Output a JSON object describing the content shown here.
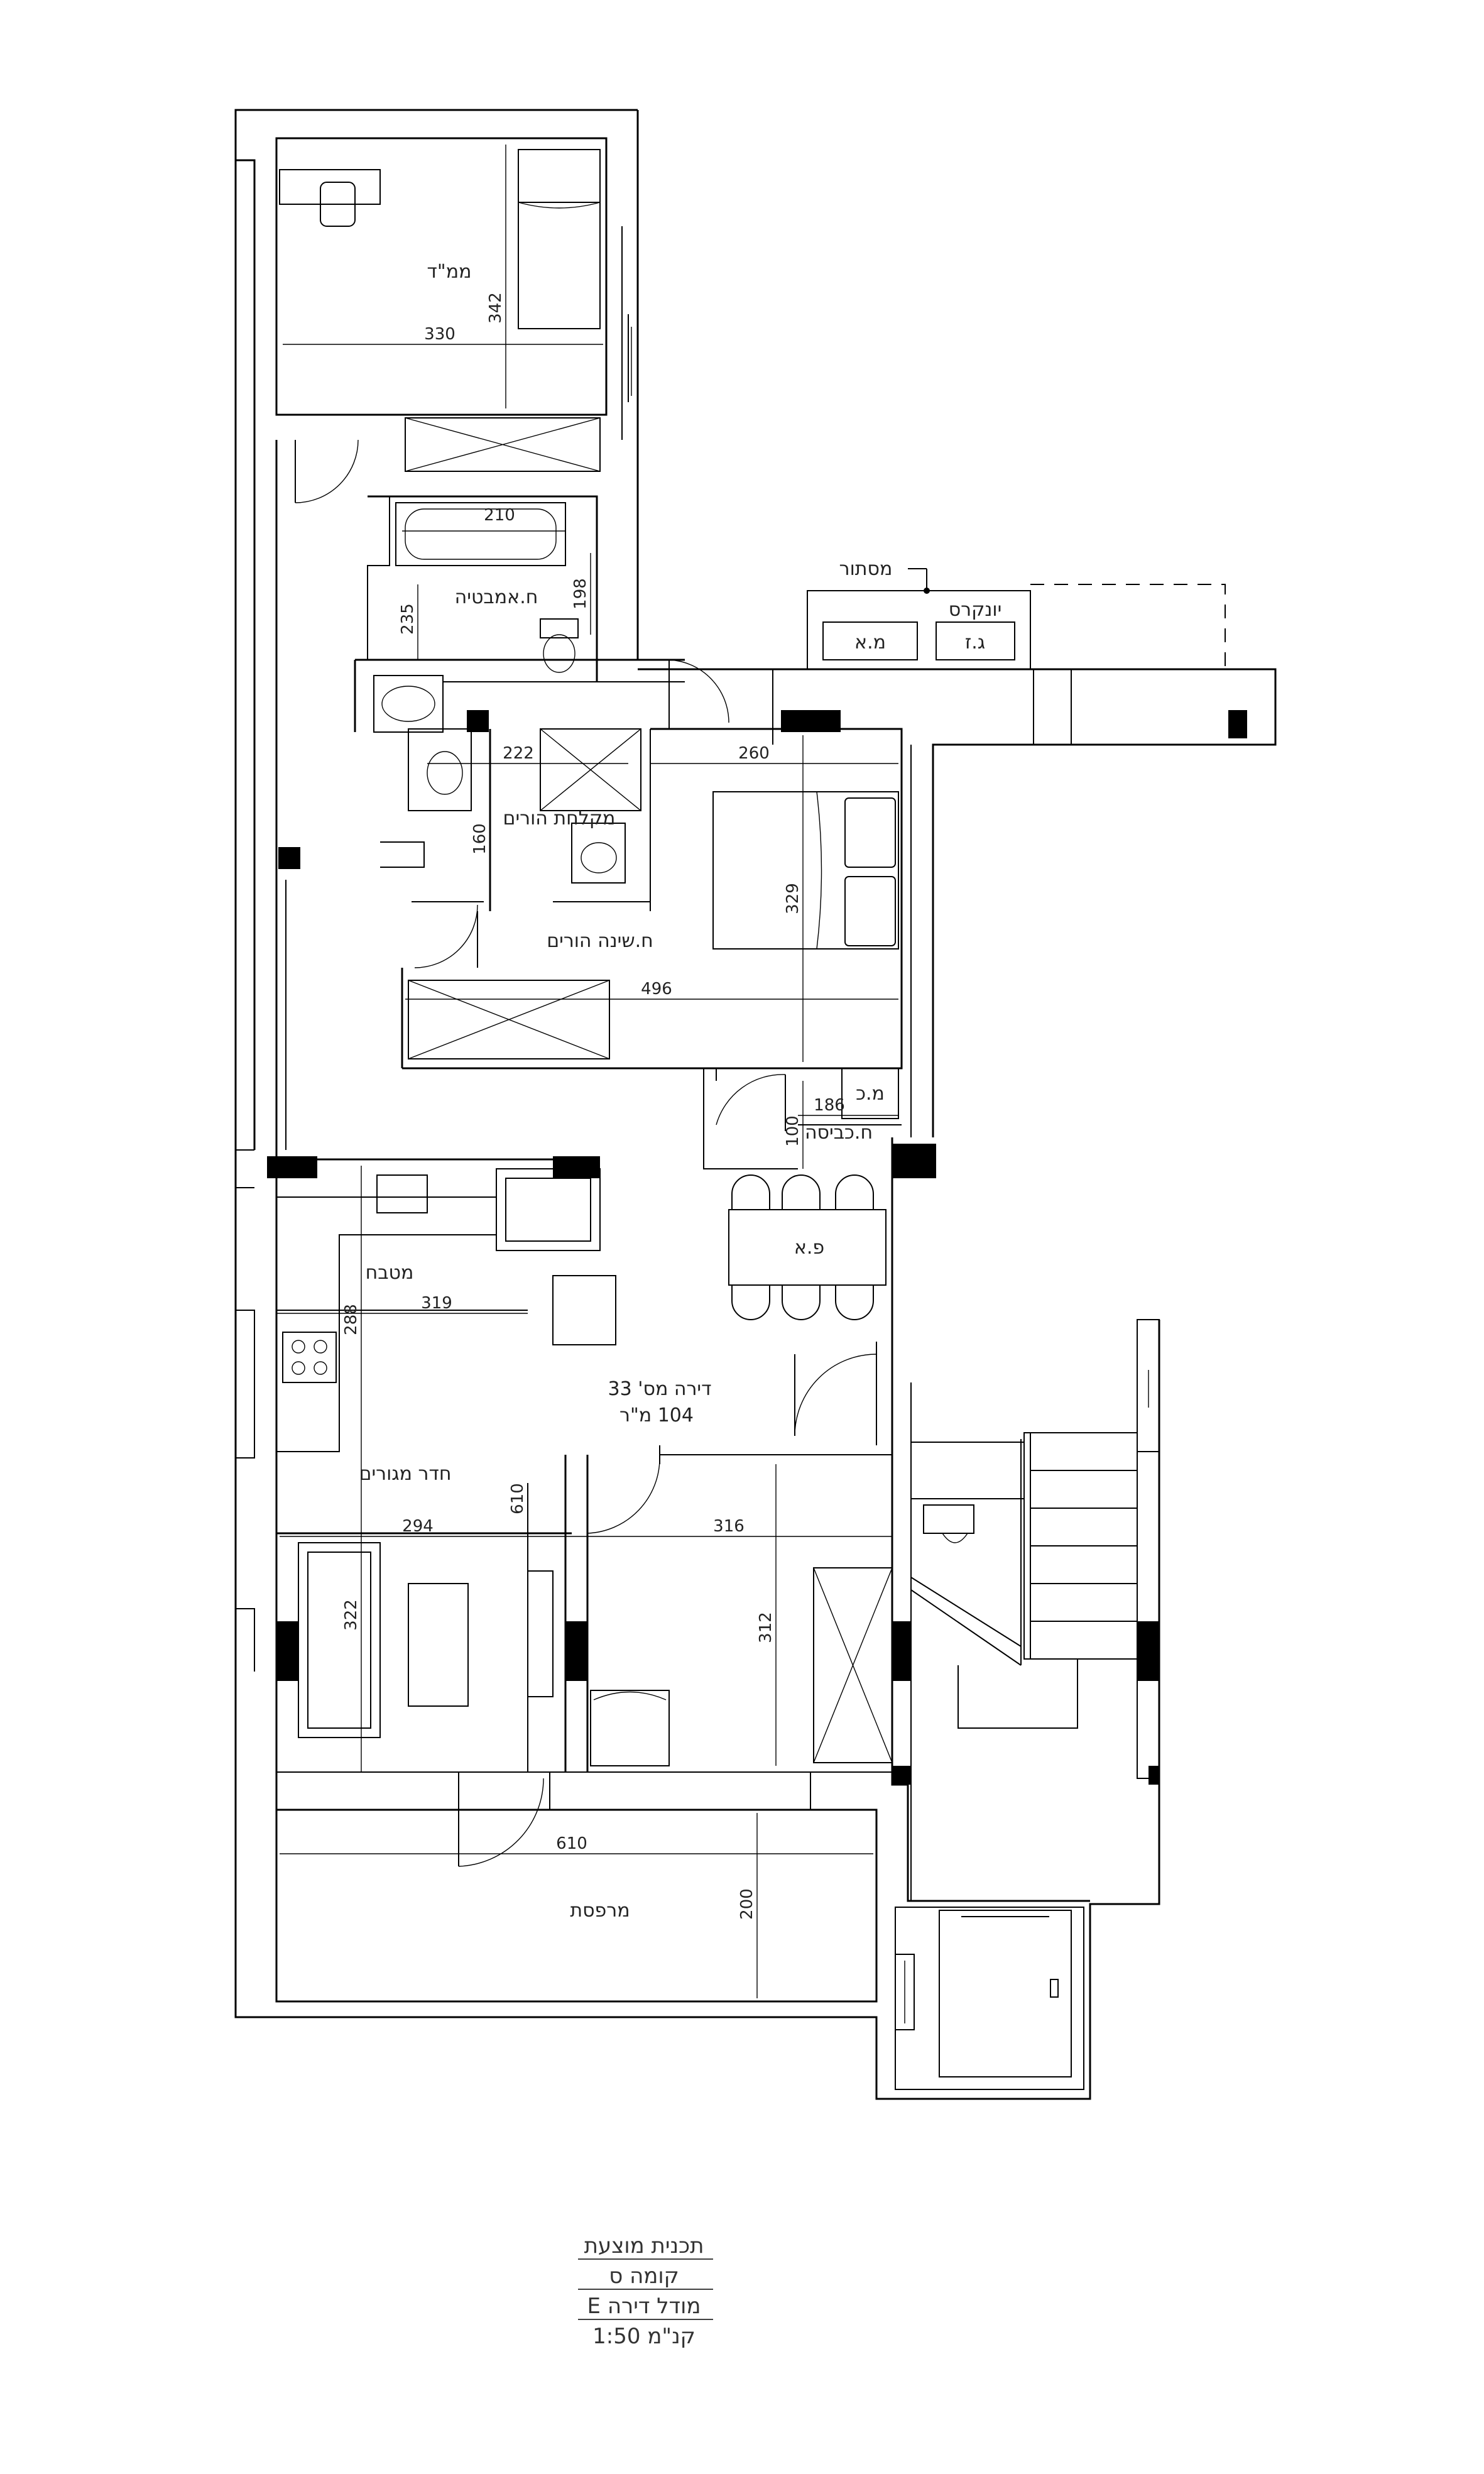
{
  "rooms": {
    "safe_room": "ממ\"ד",
    "guest_bath": "ח.אמבטיה",
    "parents_shower": "מקלחת הורים",
    "parents_bedroom": "ח.שינה הורים",
    "laundry": "ח.כביסה",
    "service_cabinet": "מ.כ",
    "dining": "פ.א",
    "kitchen": "מטבח",
    "living": "חדר מגורים",
    "balcony": "מרפסת",
    "apartment_no": "דירה מס' 33",
    "area": "104 מ\"ר"
  },
  "service": {
    "storage": "מסתור",
    "junkers": "יונקרס",
    "ac_unit": "מ.א",
    "gas": "ג.ז"
  },
  "dimensions": {
    "safe_w": "330",
    "safe_h": "342",
    "bath_w": "210",
    "bath_h": "235",
    "bath_h2": "198",
    "shower_w": "222",
    "shower_h": "160",
    "bed_w": "260",
    "bed_h": "329",
    "bed_wall": "496",
    "laundry_w": "186",
    "laundry_h": "100",
    "kitchen_w": "319",
    "kitchen_h": "288",
    "living_h": "610",
    "living_w": "294",
    "room_w": "316",
    "living_sub": "322",
    "room_h": "312",
    "balcony_w": "610",
    "balcony_h": "200"
  },
  "title_block": {
    "line1": "תכנית מוצעת",
    "line2": "קומה ס",
    "line3": "מודל דירה E",
    "line4": "קנ\"מ 1:50"
  }
}
